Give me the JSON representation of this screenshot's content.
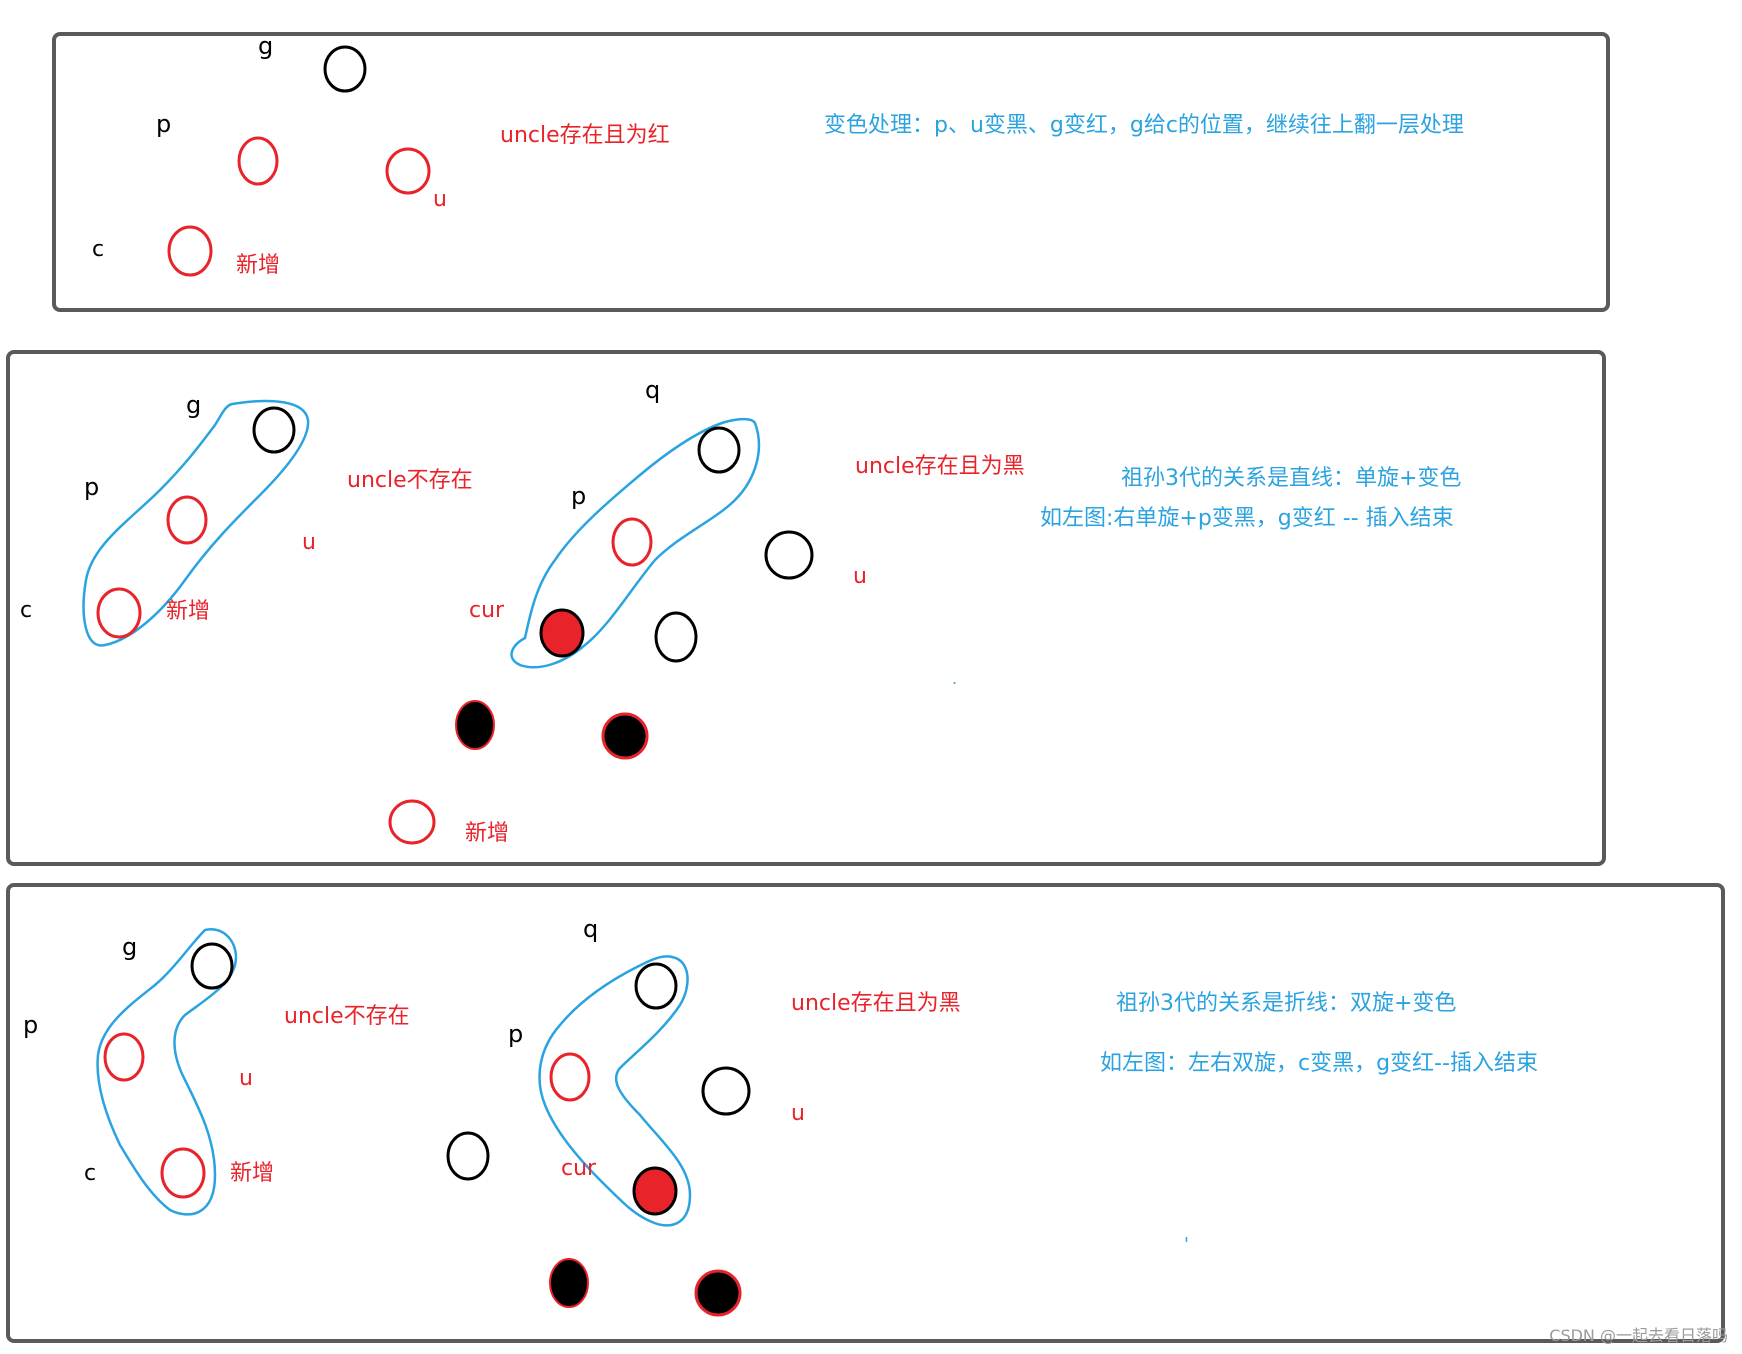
{
  "colors": {
    "frame": "#5a5a5a",
    "red": "#e8232a",
    "blue": "#2aa3e0",
    "black": "#000000",
    "fill_red": "#e8232a",
    "fill_black": "#000000"
  },
  "panel1": {
    "g": "g",
    "p": "p",
    "u": "u",
    "c": "c",
    "new": "新增",
    "case": "uncle存在且为红",
    "rule": "变色处理：p、u变黑、g变红，g给c的位置，继续往上翻一层处理"
  },
  "panel2": {
    "left": {
      "g": "g",
      "p": "p",
      "u": "u",
      "c": "c",
      "new": "新增",
      "case": "uncle不存在"
    },
    "right": {
      "g": "q",
      "p": "p",
      "u": "u",
      "cur": "cur",
      "new": "新增",
      "case": "uncle存在且为黑"
    },
    "rule1": "祖孙3代的关系是直线：单旋+变色",
    "rule2": "如左图:右单旋+p变黑，g变红  -- 插入结束",
    "dot": "."
  },
  "panel3": {
    "left": {
      "g": "g",
      "p": "p",
      "u": "u",
      "c": "c",
      "new": "新增",
      "case": "uncle不存在"
    },
    "right": {
      "g": "q",
      "p": "p",
      "u": "u",
      "cur": "cur",
      "case": "uncle存在且为黑"
    },
    "rule1": "祖孙3代的关系是折线：双旋+变色",
    "rule2": "如左图：左右双旋，c变黑，g变红--插入结束",
    "tick": "'"
  },
  "watermark": "CSDN @一起去看日落吗"
}
